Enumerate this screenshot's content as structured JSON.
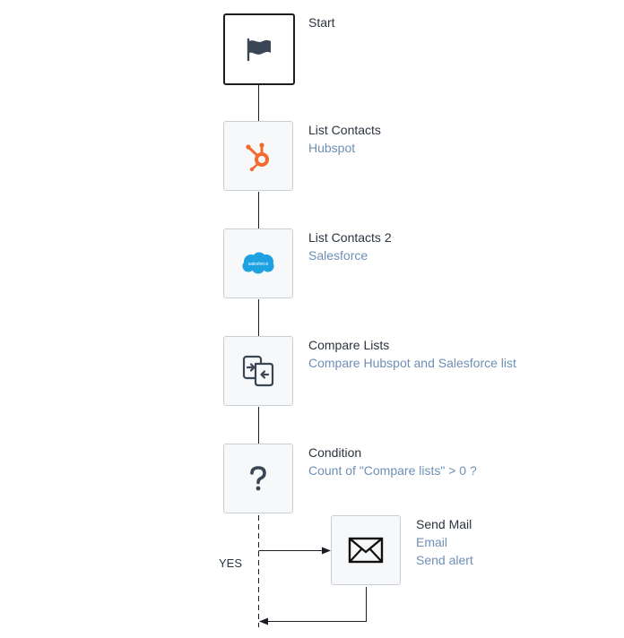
{
  "nodes": {
    "start": {
      "title": "Start",
      "icon": "flag-icon"
    },
    "list_contacts": {
      "title": "List Contacts",
      "service": "Hubspot",
      "icon": "hubspot-icon",
      "color": "#f26a2e"
    },
    "list_contacts_2": {
      "title": "List Contacts 2",
      "service": "Salesforce",
      "icon": "salesforce-icon",
      "badge_text": "salesforce",
      "color": "#1da1e0"
    },
    "compare_lists": {
      "title": "Compare Lists",
      "description": "Compare Hubspot and Salesforce list",
      "icon": "compare-icon"
    },
    "condition": {
      "title": "Condition",
      "description": "Count of \"Compare lists\" > 0 ?",
      "icon": "question-icon"
    },
    "send_mail": {
      "title": "Send Mail",
      "service": "Email",
      "description": "Send alert",
      "icon": "envelope-icon"
    }
  },
  "branch": {
    "yes_label": "YES"
  },
  "colors": {
    "line": "#1b1f24",
    "title": "#2b3440",
    "subtitle": "#6e8fb4",
    "node_bg": "#f7f8fa",
    "node_border": "#c9ced6"
  }
}
